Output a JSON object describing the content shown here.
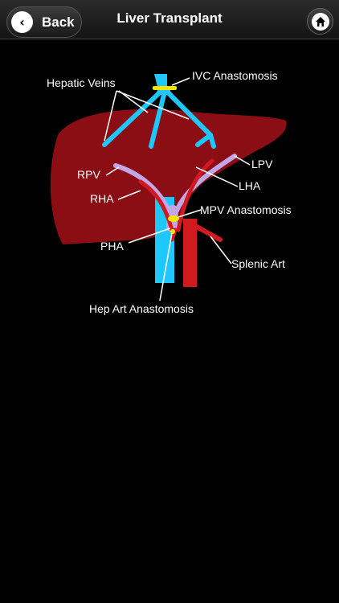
{
  "navbar": {
    "back_label": "Back",
    "title": "Liver Transplant",
    "back_icon": "chevron-left-icon",
    "home_icon": "home-icon"
  },
  "diagram": {
    "labels": {
      "hepatic_veins": "Hepatic Veins",
      "ivc_anastomosis": "IVC Anastomosis",
      "lpv": "LPV",
      "rpv": "RPV",
      "lha": "LHA",
      "rha": "RHA",
      "mpv_anastomosis": "MPV Anastomosis",
      "pha": "PHA",
      "splenic_art": "Splenic Art",
      "hep_art_anastomosis": "Hep Art Anastomosis"
    },
    "colors": {
      "liver": "#8b0e14",
      "vein_blue": "#1ec8ff",
      "artery_red": "#d11a1f",
      "portal_purple": "#c3a6e6",
      "anastomosis_yellow": "#f3e600"
    }
  }
}
